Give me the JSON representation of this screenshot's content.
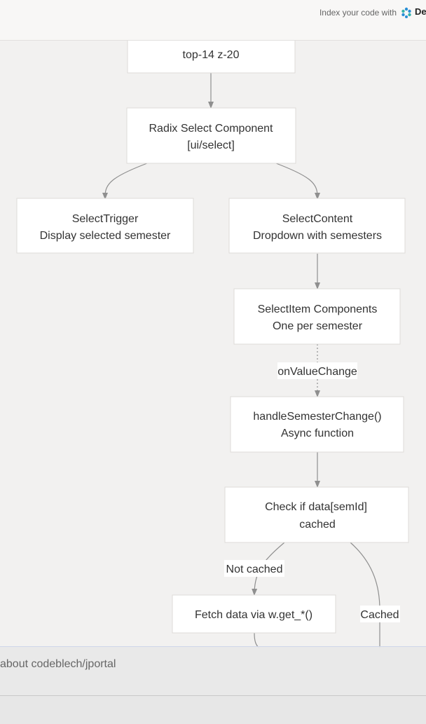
{
  "topbar": {
    "index_text": "Index your code with",
    "brand": "De"
  },
  "nodes": [
    {
      "id": "top",
      "lines": [
        "",
        "top-14 z-20"
      ]
    },
    {
      "id": "radix",
      "lines": [
        "Radix Select Component",
        "[ui/select]"
      ]
    },
    {
      "id": "trigger",
      "lines": [
        "SelectTrigger",
        "Display selected semester"
      ]
    },
    {
      "id": "content",
      "lines": [
        "SelectContent",
        "Dropdown with semesters"
      ]
    },
    {
      "id": "items",
      "lines": [
        "SelectItem Components",
        "One per semester"
      ]
    },
    {
      "id": "handler",
      "lines": [
        "handleSemesterChange()",
        "Async function"
      ]
    },
    {
      "id": "check",
      "lines": [
        "Check if data[semId]",
        "cached"
      ]
    },
    {
      "id": "fetch",
      "lines": [
        "Fetch data via w.get_*()"
      ]
    }
  ],
  "edge_labels": {
    "on_value_change": "onValueChange",
    "not_cached": "Not cached",
    "cached": "Cached"
  },
  "bottom": {
    "question": "about codeblech/jportal"
  }
}
